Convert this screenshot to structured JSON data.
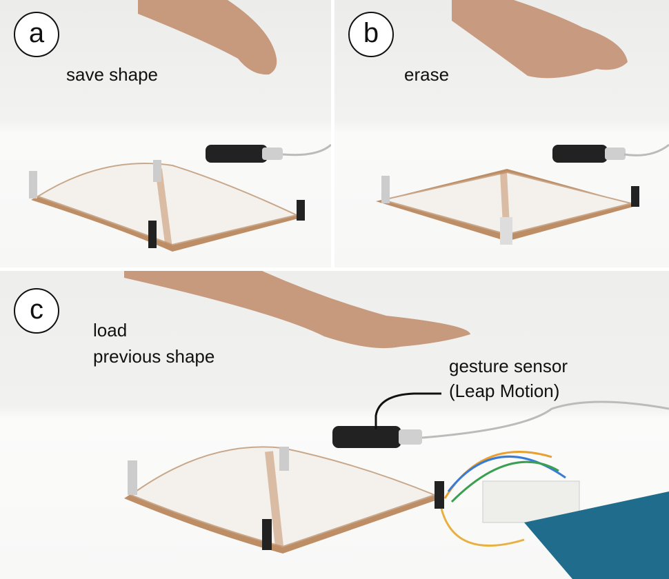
{
  "panels": [
    {
      "label": "a",
      "caption": "save shape"
    },
    {
      "label": "b",
      "caption": "erase"
    },
    {
      "label": "c",
      "caption_line1": "load",
      "caption_line2": "previous shape"
    }
  ],
  "callout": {
    "line1": "gesture sensor",
    "line2": "(Leap Motion)"
  }
}
